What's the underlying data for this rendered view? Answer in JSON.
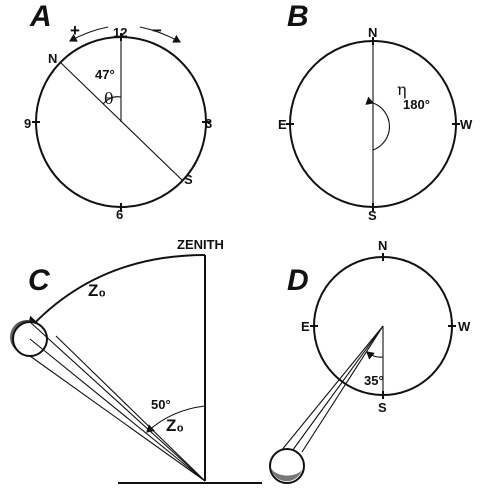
{
  "panel_a": {
    "letter": "A",
    "plus": "+",
    "minus": "−",
    "hour_12": "12",
    "hour_3": "3",
    "hour_6": "6",
    "hour_9": "9",
    "north": "N",
    "south": "S",
    "angle_value": "47°",
    "angle_symbol": "θ"
  },
  "panel_b": {
    "letter": "B",
    "north": "N",
    "south": "S",
    "east": "E",
    "west": "W",
    "angle_symbol": "η",
    "angle_value": "180°"
  },
  "panel_c": {
    "letter": "C",
    "zenith": "ZENITH",
    "z0_arc": "Z₀",
    "z0_angle": "Z₀",
    "elevation": "50°"
  },
  "panel_d": {
    "letter": "D",
    "north": "N",
    "south": "S",
    "east": "E",
    "west": "W",
    "angle_value": "35°"
  }
}
